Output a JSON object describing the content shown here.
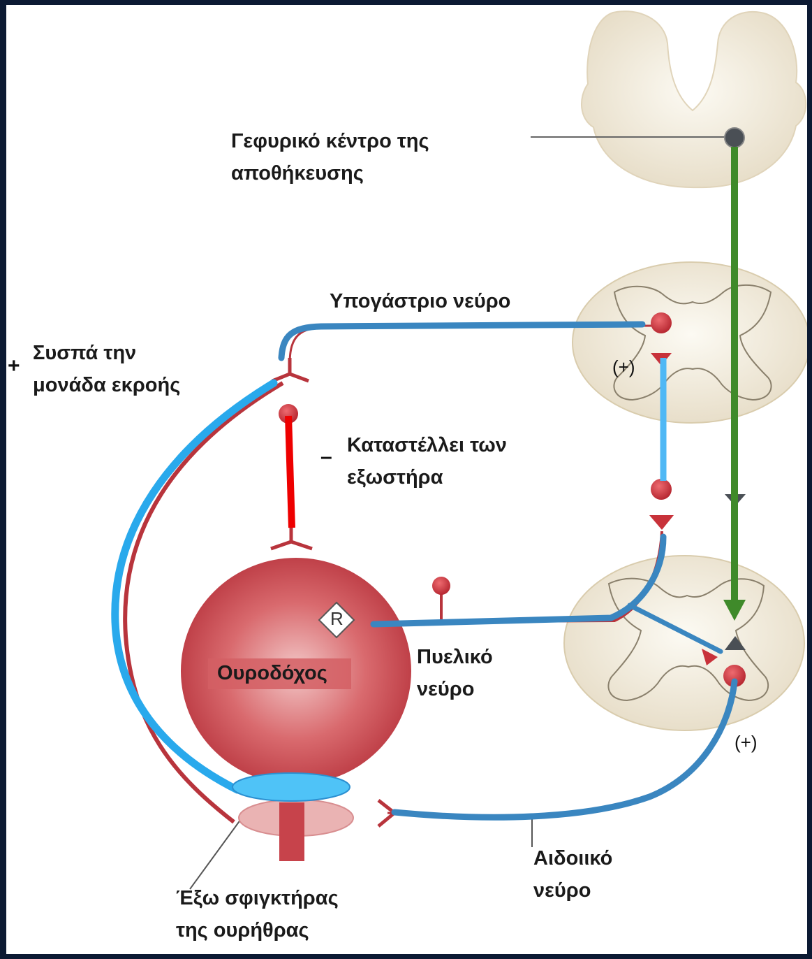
{
  "labels": {
    "pontine_center_l1": "Γεφυρικό κέντρο της",
    "pontine_center_l2": "αποθήκευσης",
    "hypogastric_nerve": "Υπογάστριο νεύρο",
    "contracts_l1": "Συσπά την",
    "contracts_l2": "μονάδα εκροής",
    "inhibits_l1": "Καταστέλλει των",
    "inhibits_l2": "εξωστήρα",
    "bladder": "Ουροδόχος",
    "pelvic_l1": "Πυελικό",
    "pelvic_l2": "νεύρο",
    "pudendal_l1": "Αιδοιικό",
    "pudendal_l2": "νεύρο",
    "sphincter_l1": "Έξω σφιγκτήρας",
    "sphincter_l2": "της ουρήθρας",
    "plus_sign": "+",
    "minus_sign": "–",
    "excite_1": "(+)",
    "excite_2": "(+)",
    "receptor": "R"
  },
  "colors": {
    "nerve_red": "#b8343c",
    "annotation_blue": "#3a86c0",
    "annotation_light_blue": "#29a9ec",
    "descending_green": "#3f8a2a",
    "inhibit_red": "#ee0000",
    "cord_fill": "#f1ebdd"
  }
}
